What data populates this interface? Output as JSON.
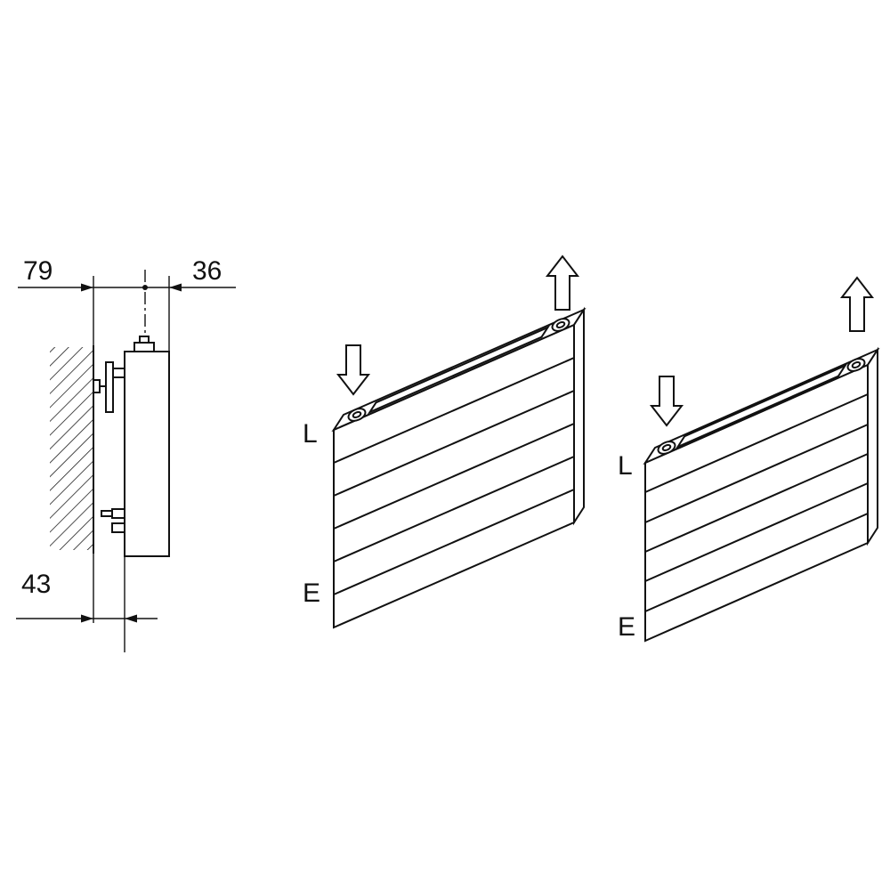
{
  "page": {
    "background": "#ffffff",
    "line_color": "#111111"
  },
  "side_view": {
    "dim_wall_to_axis": "79",
    "dim_axis_to_front": "36",
    "dim_wall_to_back": "43"
  },
  "radiator_open_top": {
    "label_top": "L",
    "label_bottom": "E"
  },
  "radiator_grille_top": {
    "label_top": "L",
    "label_bottom": "E"
  }
}
